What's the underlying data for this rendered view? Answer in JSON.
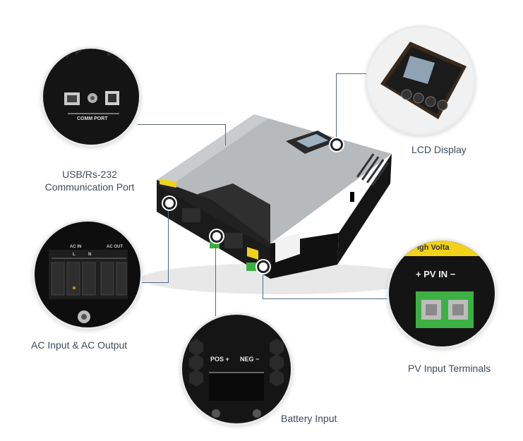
{
  "callouts": {
    "comm_port": {
      "label_line1": "USB/Rs-232",
      "label_line2": "Communication Port",
      "inset_text": "COMM PORT"
    },
    "lcd": {
      "label": "LCD Display"
    },
    "ac": {
      "label": "AC Input & AC Output",
      "inset_ac_in": "AC IN",
      "inset_ac_out": "AC OUT",
      "inset_l": "L",
      "inset_n": "N"
    },
    "pv": {
      "label": "PV Input Terminals",
      "inset_text": "+ PV IN −",
      "inset_banner": "igh Volta"
    },
    "battery": {
      "label": "Battery Input",
      "inset_pos": "POS +",
      "inset_neg": "NEG −"
    }
  },
  "colors": {
    "leader": "#556b85",
    "inverter_body": "#1c1c1c",
    "inverter_top": "#b9bcbf",
    "terminal_green": "#3cb043",
    "warning_yellow": "#f2d21b"
  }
}
